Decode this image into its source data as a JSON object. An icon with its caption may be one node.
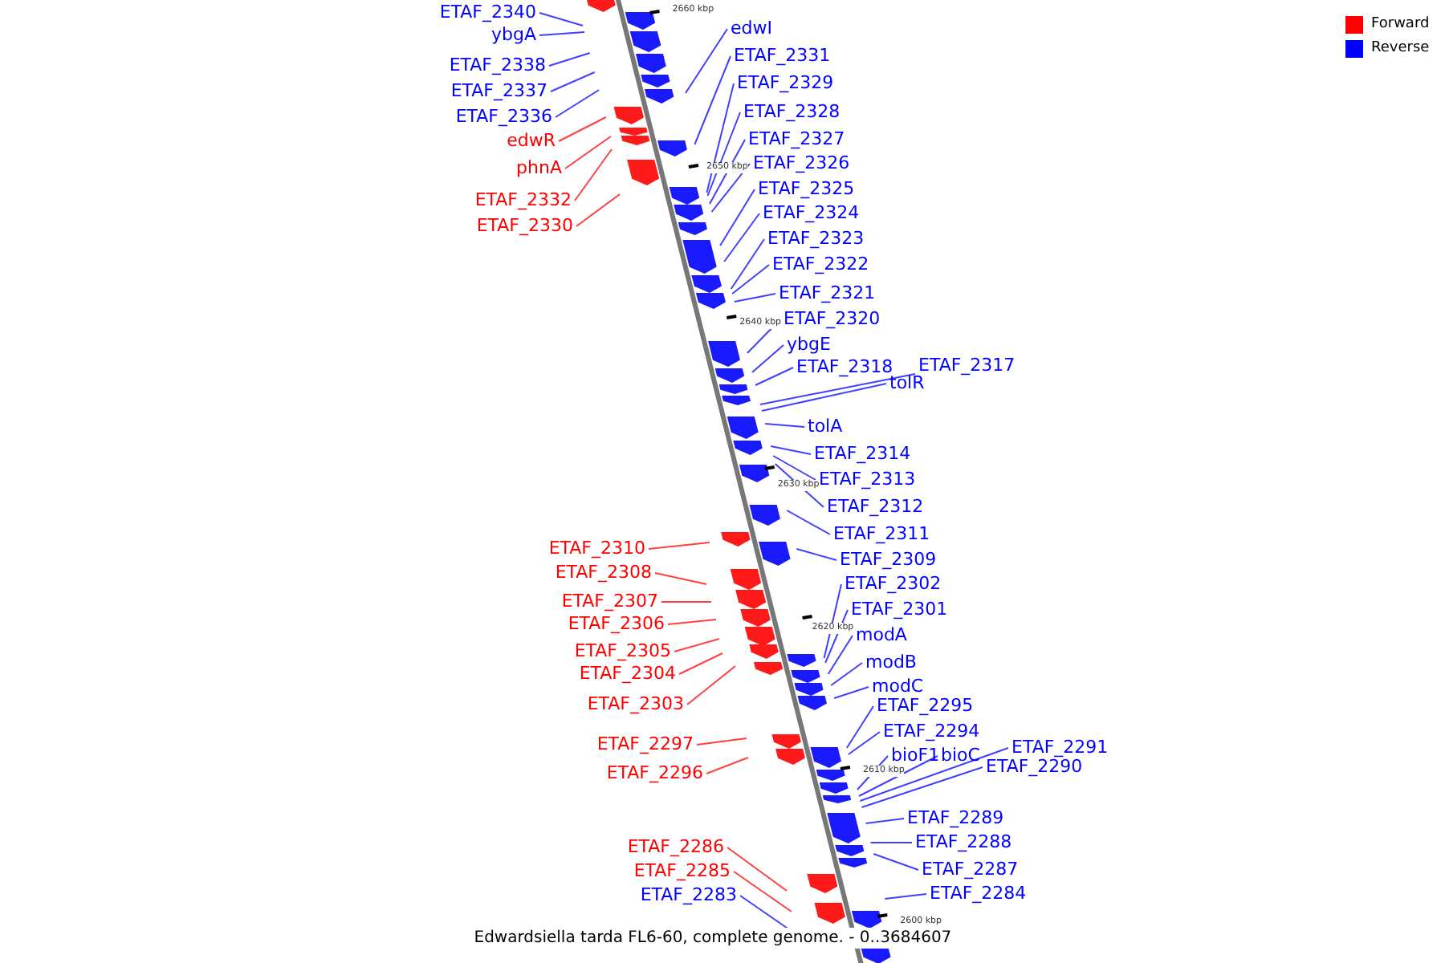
{
  "diagram": {
    "caption": "Edwardsiella tarda FL6-60, complete genome. - 0..3684607",
    "nodes": [
      {
        "text": [
          "ETAF_2340"
        ]
      },
      {
        "text": [
          "ybgA"
        ]
      },
      {
        "text": [
          "ETAF_2338"
        ]
      },
      {
        "text": [
          "ETAF_2337"
        ]
      },
      {
        "text": [
          "ETAF_2336"
        ]
      },
      {
        "text": [
          "edwR"
        ]
      },
      {
        "text": [
          "phnA"
        ]
      },
      {
        "text": [
          "ETAF_2332"
        ]
      },
      {
        "text": [
          "ETAF_2330"
        ]
      },
      {
        "text": [
          "edwI"
        ]
      },
      {
        "text": [
          "ETAF_2331"
        ]
      },
      {
        "text": [
          "ETAF_2329"
        ]
      },
      {
        "text": [
          "ETAF_2328"
        ]
      },
      {
        "text": [
          "ETAF_2327"
        ]
      },
      {
        "text": [
          "ETAF_2326"
        ]
      },
      {
        "text": [
          "ETAF_2325"
        ]
      },
      {
        "text": [
          "ETAF_2324"
        ]
      },
      {
        "text": [
          "ETAF_2323"
        ]
      },
      {
        "text": [
          "ETAF_2322"
        ]
      },
      {
        "text": [
          "ETAF_2321"
        ]
      },
      {
        "text": [
          "ETAF_2320"
        ]
      },
      {
        "text": [
          "ybgE"
        ]
      },
      {
        "text": [
          "ETAF_2318"
        ]
      },
      {
        "text": [
          "ETAF_2317"
        ]
      },
      {
        "text": [
          "tolR"
        ]
      },
      {
        "text": [
          "tolA"
        ]
      },
      {
        "text": [
          "ETAF_2314"
        ]
      },
      {
        "text": [
          "ETAF_2313"
        ]
      },
      {
        "text": [
          "ETAF_2312"
        ]
      },
      {
        "text": [
          "ETAF_2311"
        ]
      },
      {
        "text": [
          "ETAF_2309"
        ]
      },
      {
        "text": [
          "ETAF_2302"
        ]
      },
      {
        "text": [
          "ETAF_2301"
        ]
      },
      {
        "text": [
          "modA"
        ]
      },
      {
        "text": [
          "modB"
        ]
      },
      {
        "text": [
          "modC"
        ]
      },
      {
        "text": [
          "ETAF_2295"
        ]
      },
      {
        "text": [
          "ETAF_2294"
        ]
      },
      {
        "text": [
          "bioF1"
        ]
      },
      {
        "text": [
          "bioC"
        ]
      },
      {
        "text": [
          "ETAF_2291"
        ]
      },
      {
        "text": [
          "ETAF_2290"
        ]
      },
      {
        "text": [
          "ETAF_2289"
        ]
      },
      {
        "text": [
          "ETAF_2288"
        ]
      },
      {
        "text": [
          "ETAF_2287"
        ]
      },
      {
        "text": [
          "ETAF_2284"
        ]
      },
      {
        "text": [
          "ETAF_2310"
        ]
      },
      {
        "text": [
          "ETAF_2308"
        ]
      },
      {
        "text": [
          "ETAF_2307"
        ]
      },
      {
        "text": [
          "ETAF_2306"
        ]
      },
      {
        "text": [
          "ETAF_2305"
        ]
      },
      {
        "text": [
          "ETAF_2304"
        ]
      },
      {
        "text": [
          "ETAF_2303"
        ]
      },
      {
        "text": [
          "ETAF_2297"
        ]
      },
      {
        "text": [
          "ETAF_2296"
        ]
      },
      {
        "text": [
          "ETAF_2286"
        ]
      },
      {
        "text": [
          "ETAF_2285"
        ]
      },
      {
        "text": [
          "ETAF_2283"
        ]
      }
    ],
    "edges": [
      {
        "from": 0,
        "to": null,
        "arrow": "none"
      },
      {
        "from": 1,
        "to": null,
        "arrow": "none"
      },
      {
        "from": 2,
        "to": null,
        "arrow": "none"
      },
      {
        "from": 3,
        "to": null,
        "arrow": "none"
      },
      {
        "from": 4,
        "to": null,
        "arrow": "none"
      },
      {
        "from": 5,
        "to": null,
        "arrow": "none",
        "color": "#ff0000"
      },
      {
        "from": 6,
        "to": null,
        "arrow": "none",
        "color": "#ff0000"
      },
      {
        "from": 7,
        "to": null,
        "arrow": "none",
        "color": "#ff0000"
      },
      {
        "from": 8,
        "to": null,
        "arrow": "none",
        "color": "#ff0000"
      },
      {
        "from": 9,
        "to": null,
        "arrow": "none"
      },
      {
        "from": 10,
        "to": null,
        "arrow": "none"
      },
      {
        "from": 11,
        "to": null,
        "arrow": "none"
      },
      {
        "from": 12,
        "to": null,
        "arrow": "none"
      },
      {
        "from": 13,
        "to": null,
        "arrow": "none"
      },
      {
        "from": 14,
        "to": null,
        "arrow": "none"
      },
      {
        "from": 15,
        "to": null,
        "arrow": "none"
      },
      {
        "from": 16,
        "to": null,
        "arrow": "none"
      },
      {
        "from": 17,
        "to": null,
        "arrow": "none"
      },
      {
        "from": 18,
        "to": null,
        "arrow": "none"
      },
      {
        "from": 19,
        "to": null,
        "arrow": "none"
      },
      {
        "from": 20,
        "to": null,
        "arrow": "none"
      },
      {
        "from": 21,
        "to": null,
        "arrow": "none"
      },
      {
        "from": 22,
        "to": null,
        "arrow": "none"
      },
      {
        "from": 23,
        "to": null,
        "arrow": "none"
      },
      {
        "from": 24,
        "to": null,
        "arrow": "none"
      },
      {
        "from": 25,
        "to": null,
        "arrow": "none"
      },
      {
        "from": 26,
        "to": null,
        "arrow": "none"
      },
      {
        "from": 27,
        "to": null,
        "arrow": "none"
      },
      {
        "from": 28,
        "to": null,
        "arrow": "none"
      },
      {
        "from": 29,
        "to": null,
        "arrow": "none"
      },
      {
        "from": 30,
        "to": null,
        "arrow": "none"
      },
      {
        "from": 31,
        "to": null,
        "arrow": "none"
      },
      {
        "from": 32,
        "to": null,
        "arrow": "none"
      },
      {
        "from": 33,
        "to": null,
        "arrow": "none"
      },
      {
        "from": 34,
        "to": null,
        "arrow": "none"
      },
      {
        "from": 35,
        "to": null,
        "arrow": "none"
      },
      {
        "from": 36,
        "to": null,
        "arrow": "none"
      },
      {
        "from": 37,
        "to": null,
        "arrow": "none"
      },
      {
        "from": 38,
        "to": null,
        "arrow": "none"
      },
      {
        "from": 39,
        "to": null,
        "arrow": "none"
      },
      {
        "from": 40,
        "to": null,
        "arrow": "none"
      },
      {
        "from": 41,
        "to": null,
        "arrow": "none"
      },
      {
        "from": 42,
        "to": null,
        "arrow": "none"
      },
      {
        "from": 43,
        "to": null,
        "arrow": "none"
      },
      {
        "from": 44,
        "to": null,
        "arrow": "none"
      },
      {
        "from": 45,
        "to": null,
        "arrow": "none"
      },
      {
        "from": 46,
        "to": null,
        "arrow": "none",
        "color": "#ff0000"
      },
      {
        "from": 47,
        "to": null,
        "arrow": "none",
        "color": "#ff0000"
      },
      {
        "from": 48,
        "to": null,
        "arrow": "none",
        "color": "#ff0000"
      },
      {
        "from": 49,
        "to": null,
        "arrow": "none",
        "color": "#ff0000"
      },
      {
        "from": 50,
        "to": null,
        "arrow": "none",
        "color": "#ff0000"
      },
      {
        "from": 51,
        "to": null,
        "arrow": "none",
        "color": "#ff0000"
      },
      {
        "from": 52,
        "to": null,
        "arrow": "none",
        "color": "#ff0000"
      },
      {
        "from": 53,
        "to": null,
        "arrow": "none",
        "color": "#ff0000"
      },
      {
        "from": 54,
        "to": null,
        "arrow": "none",
        "color": "#ff0000"
      },
      {
        "from": 55,
        "to": null,
        "arrow": "none",
        "color": "#ff0000"
      },
      {
        "from": 56,
        "to": null,
        "arrow": "none",
        "color": "#ff0000"
      },
      {
        "from": 57,
        "to": null,
        "arrow": "none"
      }
    ],
    "labels": [
      "2660 kbp",
      "2650 kbp",
      "2640 kbp",
      "2630 kbp",
      "2620 kbp",
      "2610 kbp",
      "2600 kbp"
    ],
    "legend": [
      {
        "text": "Forward",
        "color": "#ff0000"
      },
      {
        "text": "Reverse",
        "color": "#0000ff"
      }
    ]
  }
}
